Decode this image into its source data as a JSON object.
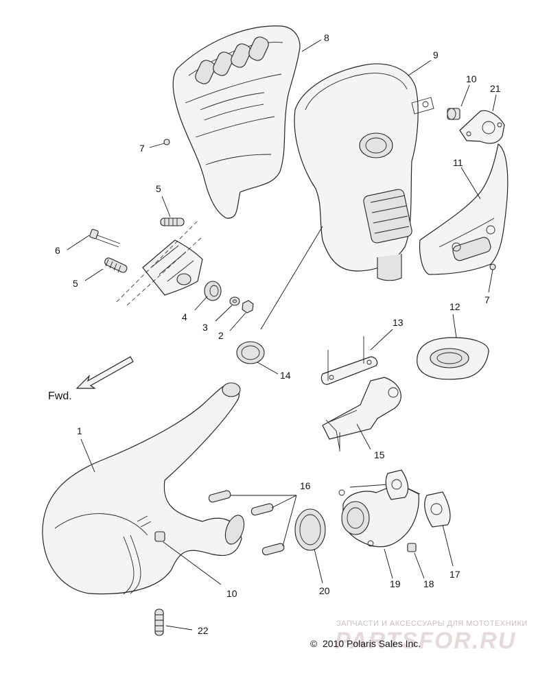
{
  "diagram": {
    "direction_label": "Fwd.",
    "copyright": "2010 Polaris Sales Inc.",
    "copyright_symbol": "©",
    "watermark": {
      "tagline": "ЗАПЧАСТИ И АКСЕССУАРЫ ДЛЯ МОТОТЕХНИКИ",
      "brand": "PARTSFOR.RU"
    },
    "callouts": [
      {
        "id": "c8",
        "label": "8"
      },
      {
        "id": "c9",
        "label": "9"
      },
      {
        "id": "c10a",
        "label": "10"
      },
      {
        "id": "c21",
        "label": "21"
      },
      {
        "id": "c11",
        "label": "11"
      },
      {
        "id": "c7a",
        "label": "7"
      },
      {
        "id": "c7b",
        "label": "7"
      },
      {
        "id": "c5a",
        "label": "5"
      },
      {
        "id": "c6",
        "label": "6"
      },
      {
        "id": "c5b",
        "label": "5"
      },
      {
        "id": "c4",
        "label": "4"
      },
      {
        "id": "c3",
        "label": "3"
      },
      {
        "id": "c2",
        "label": "2"
      },
      {
        "id": "c14",
        "label": "14"
      },
      {
        "id": "c13",
        "label": "13"
      },
      {
        "id": "c12",
        "label": "12"
      },
      {
        "id": "c15",
        "label": "15"
      },
      {
        "id": "c1",
        "label": "1"
      },
      {
        "id": "c16",
        "label": "16"
      },
      {
        "id": "c10b",
        "label": "10"
      },
      {
        "id": "c20",
        "label": "20"
      },
      {
        "id": "c19",
        "label": "19"
      },
      {
        "id": "c18",
        "label": "18"
      },
      {
        "id": "c17",
        "label": "17"
      },
      {
        "id": "c22",
        "label": "22"
      }
    ]
  }
}
